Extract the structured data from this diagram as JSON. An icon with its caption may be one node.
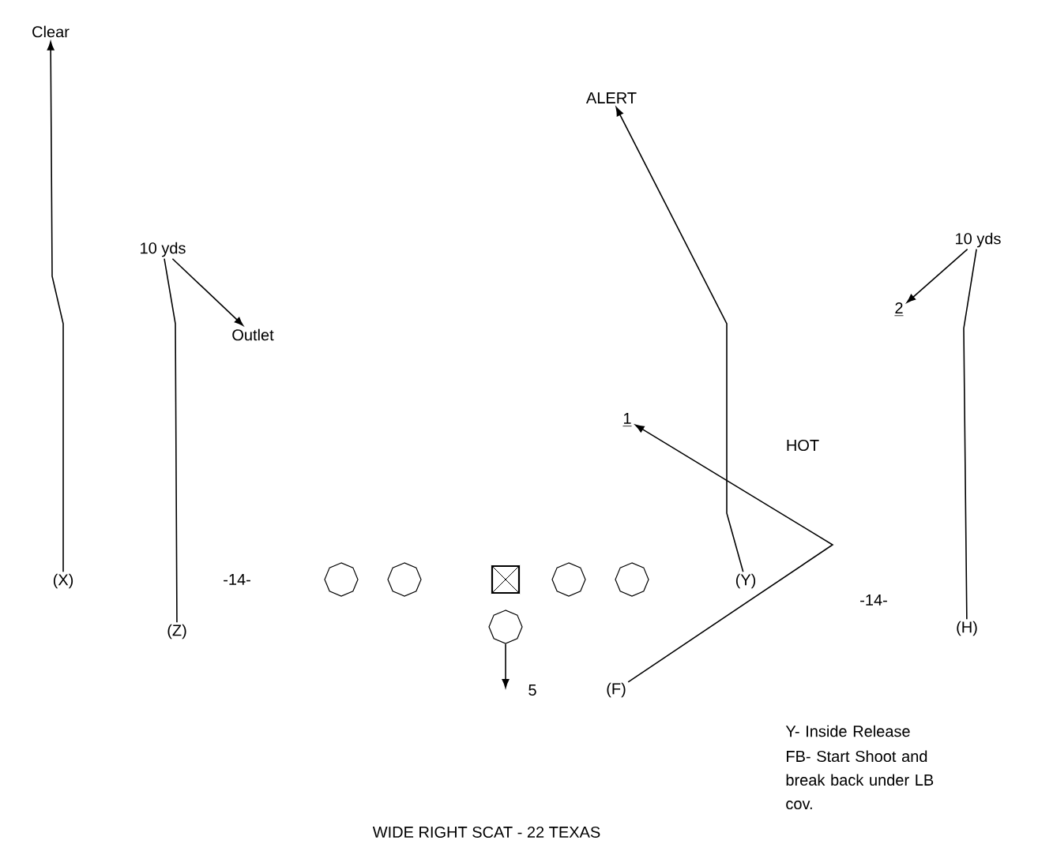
{
  "diagram": {
    "caption": "WIDE RIGHT SCAT - 22 TEXAS",
    "nodes": [
      {
        "text": [
          "Clear"
        ]
      },
      {
        "text": [
          "(X)"
        ]
      },
      {
        "text": [
          "10 yds"
        ]
      },
      {
        "text": [
          "Outlet"
        ]
      },
      {
        "text": [
          "(Z)"
        ]
      },
      {
        "text": [],
        "shape": "circle"
      },
      {
        "text": [],
        "shape": "circle"
      },
      {
        "text": [],
        "shape": "box"
      },
      {
        "text": [],
        "shape": "circle"
      },
      {
        "text": [],
        "shape": "circle"
      },
      {
        "text": [],
        "shape": "circle"
      },
      {
        "text": [
          "ALERT"
        ]
      },
      {
        "text": [
          "1"
        ]
      },
      {
        "text": [
          "(Y)"
        ]
      },
      {
        "text": [
          "10 yds"
        ]
      },
      {
        "text": [
          "2"
        ]
      },
      {
        "text": [
          "(H)"
        ]
      },
      {
        "text": [
          "5"
        ]
      },
      {
        "text": [
          "(F)"
        ]
      }
    ],
    "edges": [
      {
        "from": 1,
        "to": 0,
        "arrow": "to"
      },
      {
        "from": 4,
        "to": 2,
        "arrow": "none"
      },
      {
        "from": 2,
        "to": 3,
        "arrow": "to"
      },
      {
        "from": 13,
        "to": 11,
        "arrow": "to"
      },
      {
        "from": 18,
        "to": 12,
        "arrow": "to",
        "label": "HOT"
      },
      {
        "from": 16,
        "to": 14,
        "arrow": "none"
      },
      {
        "from": 14,
        "to": 15,
        "arrow": "to"
      },
      {
        "from": 10,
        "to": 17,
        "arrow": "to"
      }
    ],
    "labels": [
      "-14-",
      "-14-",
      "Y- Inside Release",
      "FB- Start Shoot and break back under LB cov."
    ]
  }
}
